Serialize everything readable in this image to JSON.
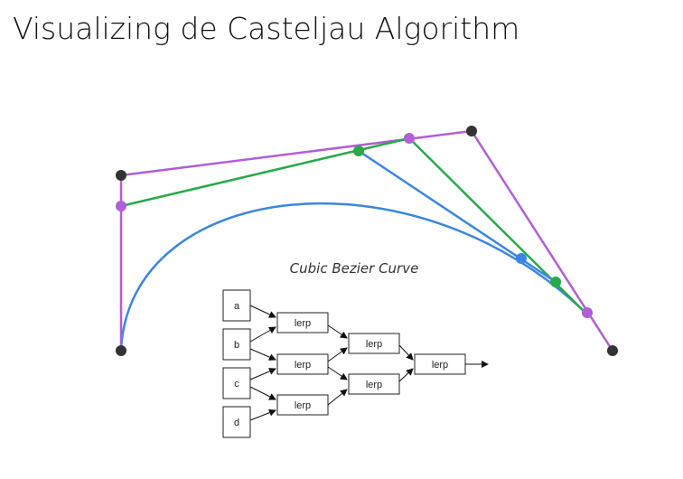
{
  "title": "Visualizing de Casteljau Algorithm",
  "diagram": {
    "curve_label": "Cubic Bezier Curve",
    "inputs": [
      "a",
      "b",
      "c",
      "d"
    ],
    "lerp_label": "lerp"
  },
  "colors": {
    "control_polygon": "#b05fd6",
    "second_level": "#2aa84a",
    "third_level": "#3a86e0",
    "control_point": "#333333",
    "curve": "#3a86e0"
  }
}
